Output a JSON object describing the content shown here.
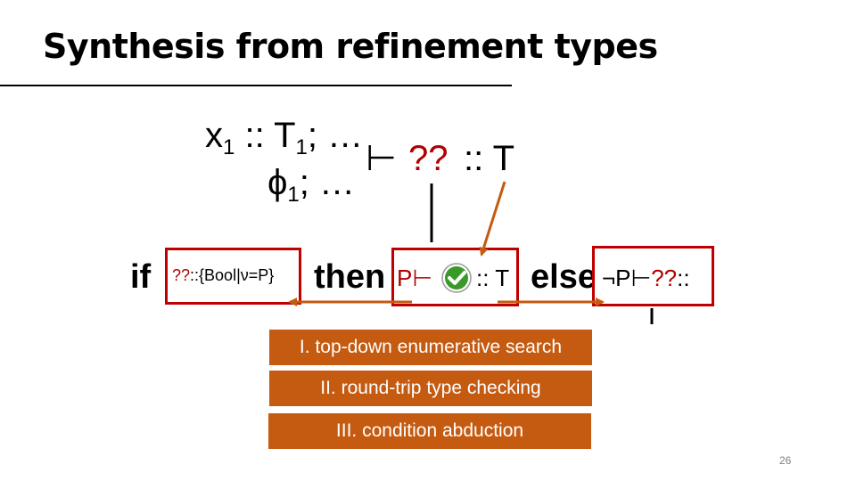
{
  "slide": {
    "title": "Synthesis from refinement types",
    "page_number": "26"
  },
  "judgment": {
    "env_var": "x",
    "env_var_sub": "1",
    "env_sep": " :: ",
    "env_type": "T",
    "env_type_sub": "1",
    "env_rest": "; …",
    "path_var": "ϕ",
    "path_var_sub": "1",
    "path_rest": "; …",
    "turnstile": "⊢",
    "hole": "??",
    "goal": ":: T"
  },
  "branch": {
    "if_kw": "if",
    "then_kw": "then",
    "else_kw": "else",
    "cond_hole": "??",
    "cond_type": "::{Bool|ν=P}",
    "then_prefix": "P⊢",
    "then_suffix": ":: T",
    "else_prefix": "¬P⊢",
    "else_hole": "??",
    "else_suffix": "::"
  },
  "stages": [
    "I. top-down enumerative search",
    "II. round-trip type checking",
    "III. condition abduction"
  ],
  "colors": {
    "hole": "#b00000",
    "box_border": "#c00000",
    "arrow": "#c55a11",
    "stage_fill": "#c55a11",
    "check": "#3a9a28"
  }
}
